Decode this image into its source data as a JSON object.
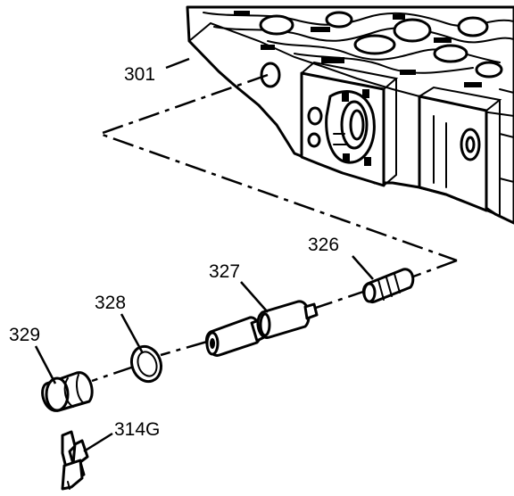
{
  "labels": {
    "p301": "301",
    "p326": "326",
    "p327": "327",
    "p328": "328",
    "p329": "329",
    "p314g": "314G"
  }
}
